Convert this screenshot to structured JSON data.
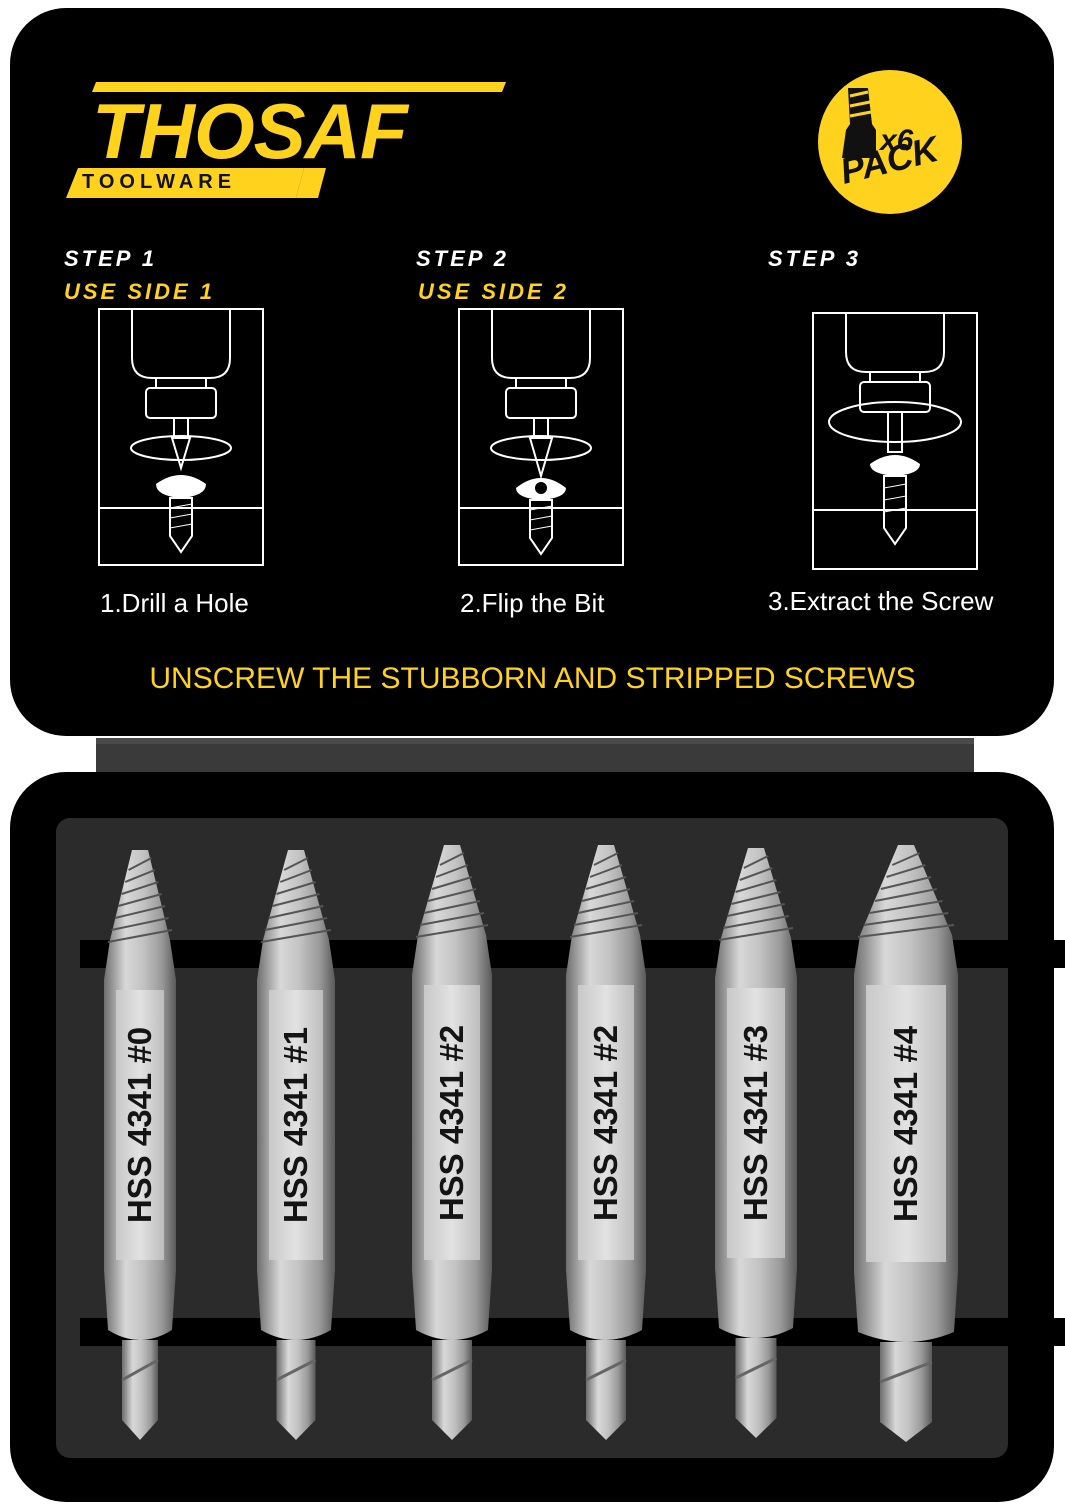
{
  "brand": {
    "name": "THOSAF",
    "subtitle": "TOOLWARE"
  },
  "badge": {
    "count": "x6",
    "label": "PACK"
  },
  "steps": [
    {
      "title": "STEP 1",
      "side": "USE SIDE 1",
      "caption": "1.Drill a Hole"
    },
    {
      "title": "STEP 2",
      "side": "USE SIDE 2",
      "caption": "2.Flip the Bit"
    },
    {
      "title": "STEP 3",
      "side": "",
      "caption": "3.Extract the Screw"
    }
  ],
  "tagline": "UNSCREW THE STUBBORN AND STRIPPED SCREWS",
  "bits": [
    {
      "label": "HSS 4341 #0"
    },
    {
      "label": "HSS 4341 #1"
    },
    {
      "label": "HSS 4341 #2"
    },
    {
      "label": "HSS 4341 #2"
    },
    {
      "label": "HSS 4341 #3"
    },
    {
      "label": "HSS 4341 #4"
    }
  ],
  "colors": {
    "accent": "#ffd21e",
    "case": "#000000",
    "tray": "#2b2b2b",
    "steel": "#b8b8b8"
  }
}
